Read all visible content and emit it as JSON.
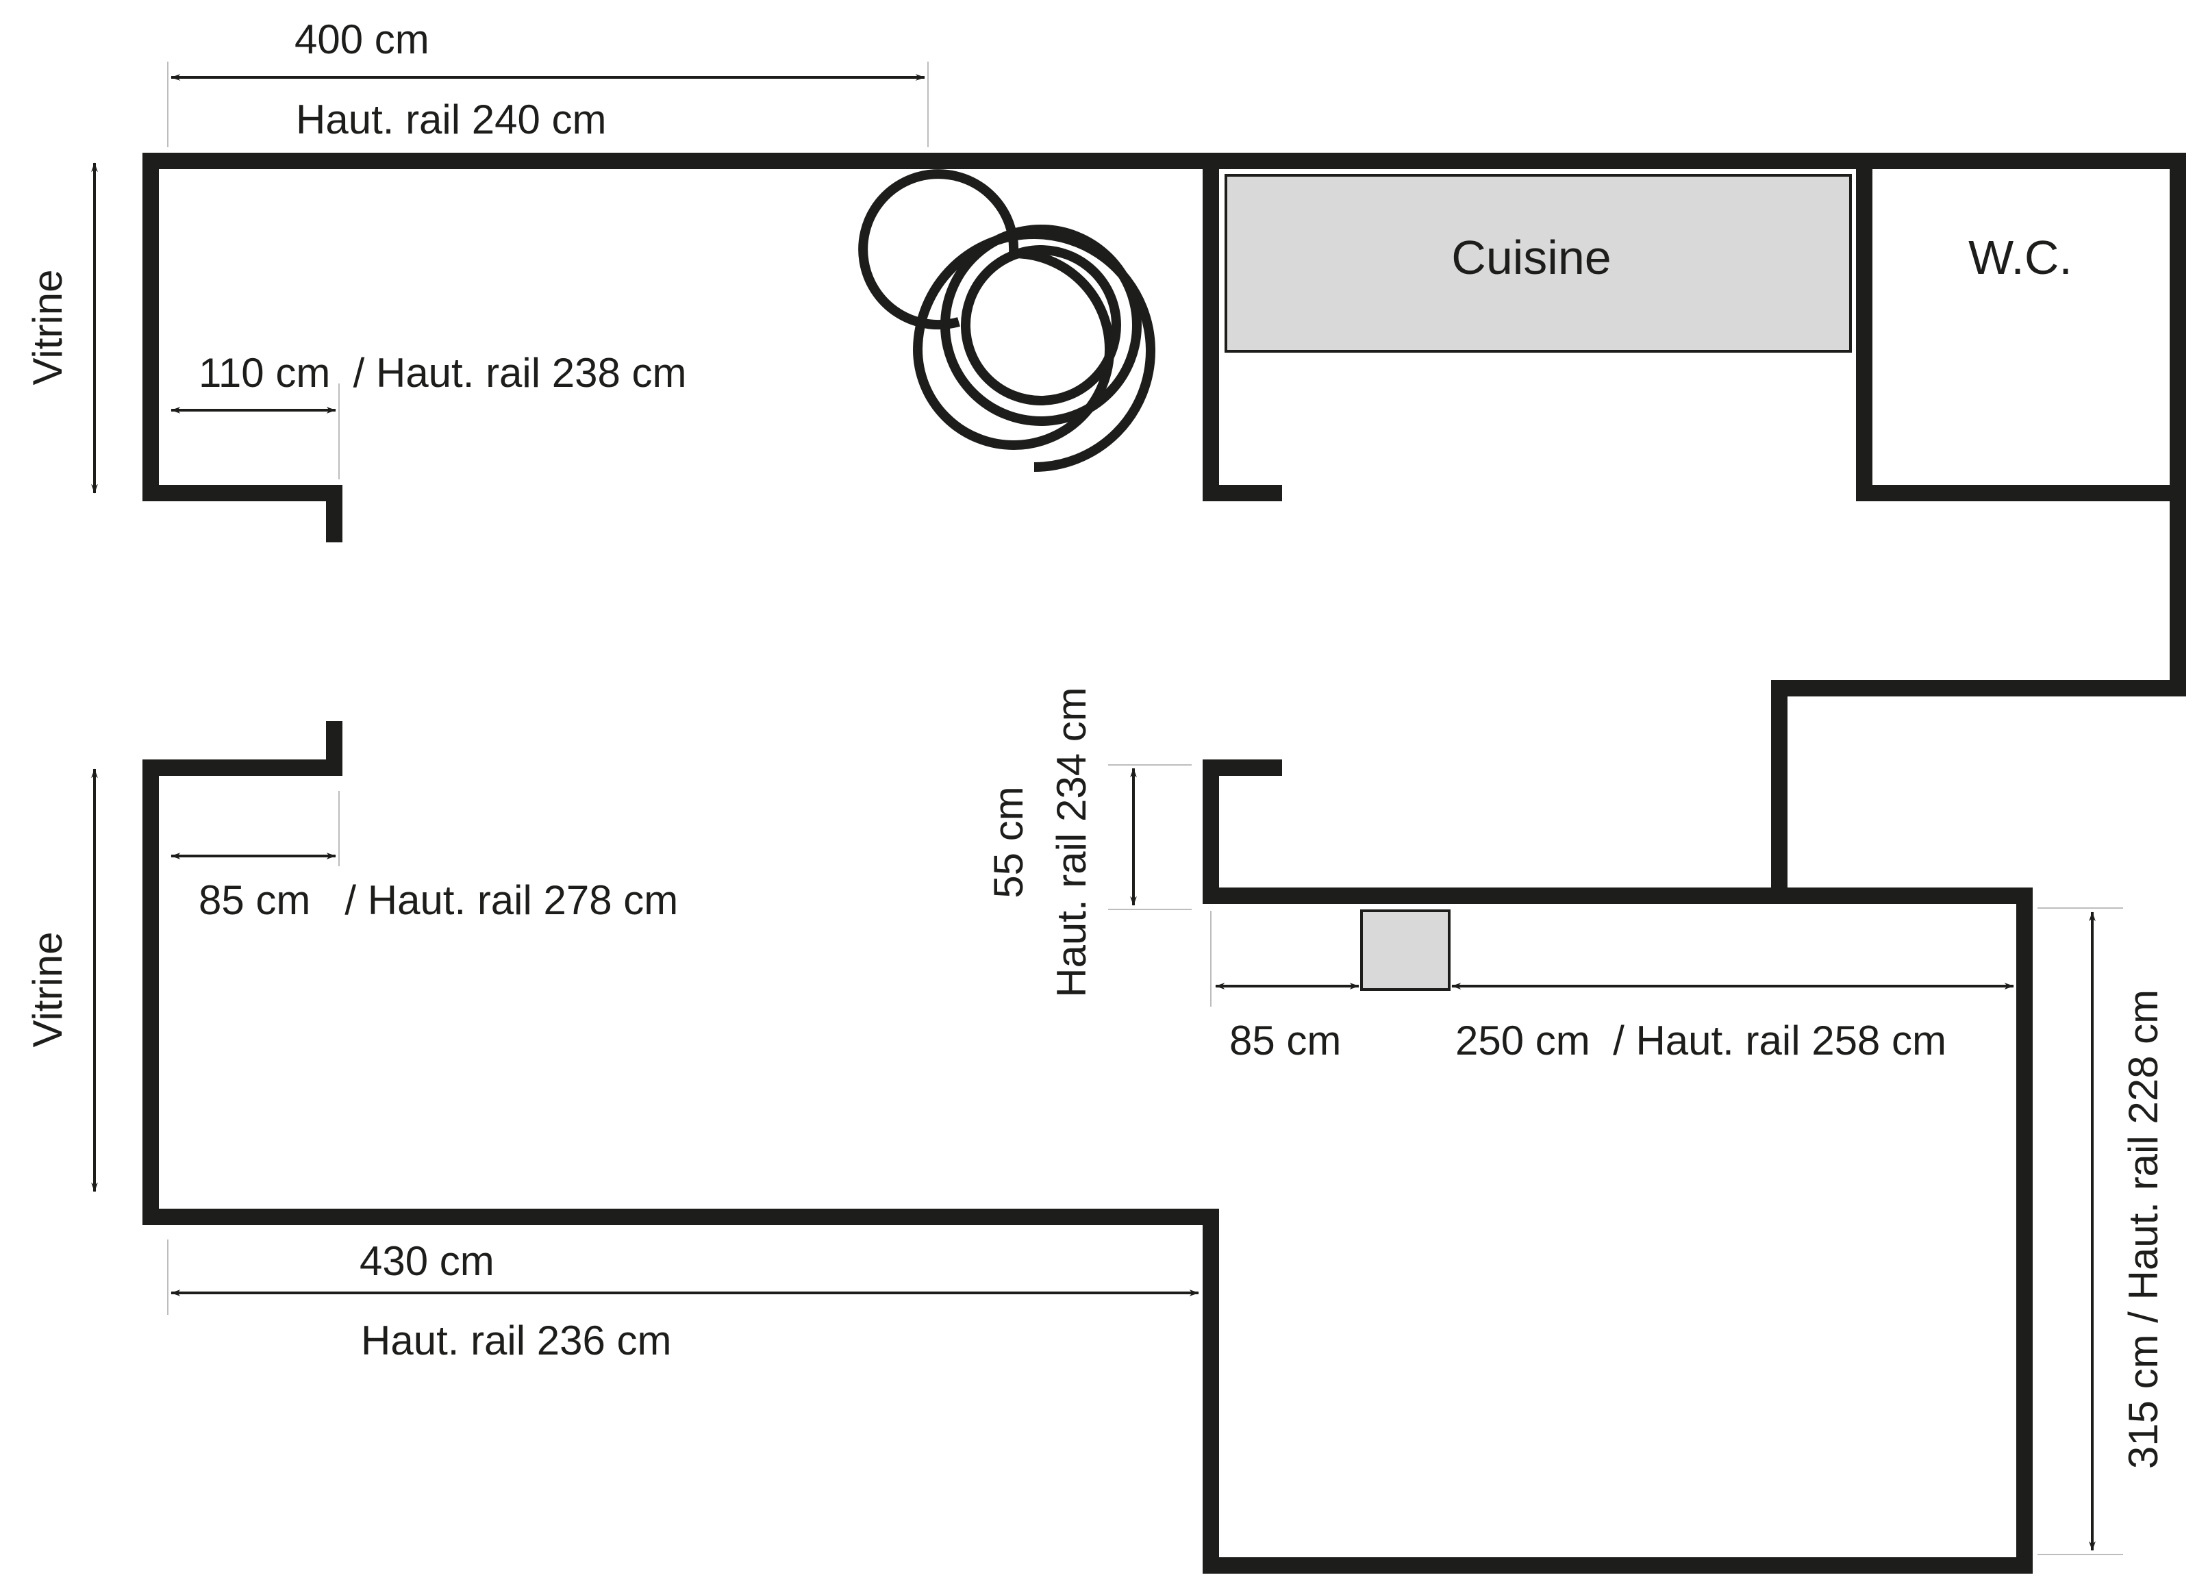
{
  "rooms": {
    "kitchen": "Cuisine",
    "wc": "W.C."
  },
  "labels": {
    "top_width": "400 cm",
    "top_rail": "Haut. rail 240 cm",
    "vitrine_top": "Vitrine",
    "opening_top": "110 cm  / Haut. rail 238 cm",
    "vitrine_bottom": "Vitrine",
    "opening_bottom": "85 cm   / Haut. rail 278 cm",
    "bottom_width": "430 cm",
    "bottom_rail": "Haut. rail 236 cm",
    "mid_height": "55 cm",
    "mid_rail": "Haut. rail 234 cm",
    "right_85": "85 cm",
    "right_250": "250 cm  / Haut. rail 258 cm",
    "right_height": "315 cm / Haut. rail 228 cm"
  },
  "colors": {
    "wall": "#1d1d1b",
    "fixture_fill": "#d9d9d9"
  }
}
